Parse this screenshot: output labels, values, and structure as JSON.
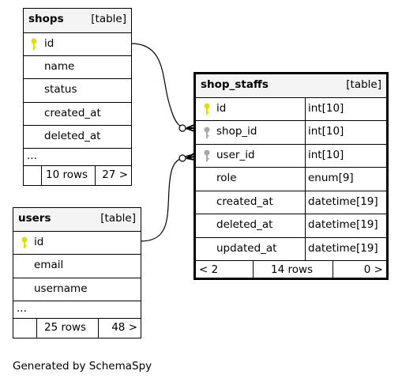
{
  "shops": {
    "name": "shops",
    "kind": "[table]",
    "columns": [
      "id",
      "name",
      "status",
      "created_at",
      "deleted_at"
    ],
    "ellipsis": "...",
    "rows": "10 rows",
    "children": "27 >"
  },
  "users": {
    "name": "users",
    "kind": "[table]",
    "columns": [
      "id",
      "email",
      "username"
    ],
    "ellipsis": "...",
    "rows": "25 rows",
    "children": "48 >"
  },
  "shop_staffs": {
    "name": "shop_staffs",
    "kind": "[table]",
    "columns": [
      {
        "name": "id",
        "type": "int[10]"
      },
      {
        "name": "shop_id",
        "type": "int[10]"
      },
      {
        "name": "user_id",
        "type": "int[10]"
      },
      {
        "name": "role",
        "type": "enum[9]"
      },
      {
        "name": "created_at",
        "type": "datetime[19]"
      },
      {
        "name": "deleted_at",
        "type": "datetime[19]"
      },
      {
        "name": "updated_at",
        "type": "datetime[19]"
      }
    ],
    "parents": "< 2",
    "rows": "14 rows",
    "children": "0 >"
  },
  "footer": "Generated by SchemaSpy",
  "colors": {
    "primary_key": "#e0e000",
    "foreign_key": "#a8a8a8",
    "header_bg": "#f4f4f4"
  }
}
